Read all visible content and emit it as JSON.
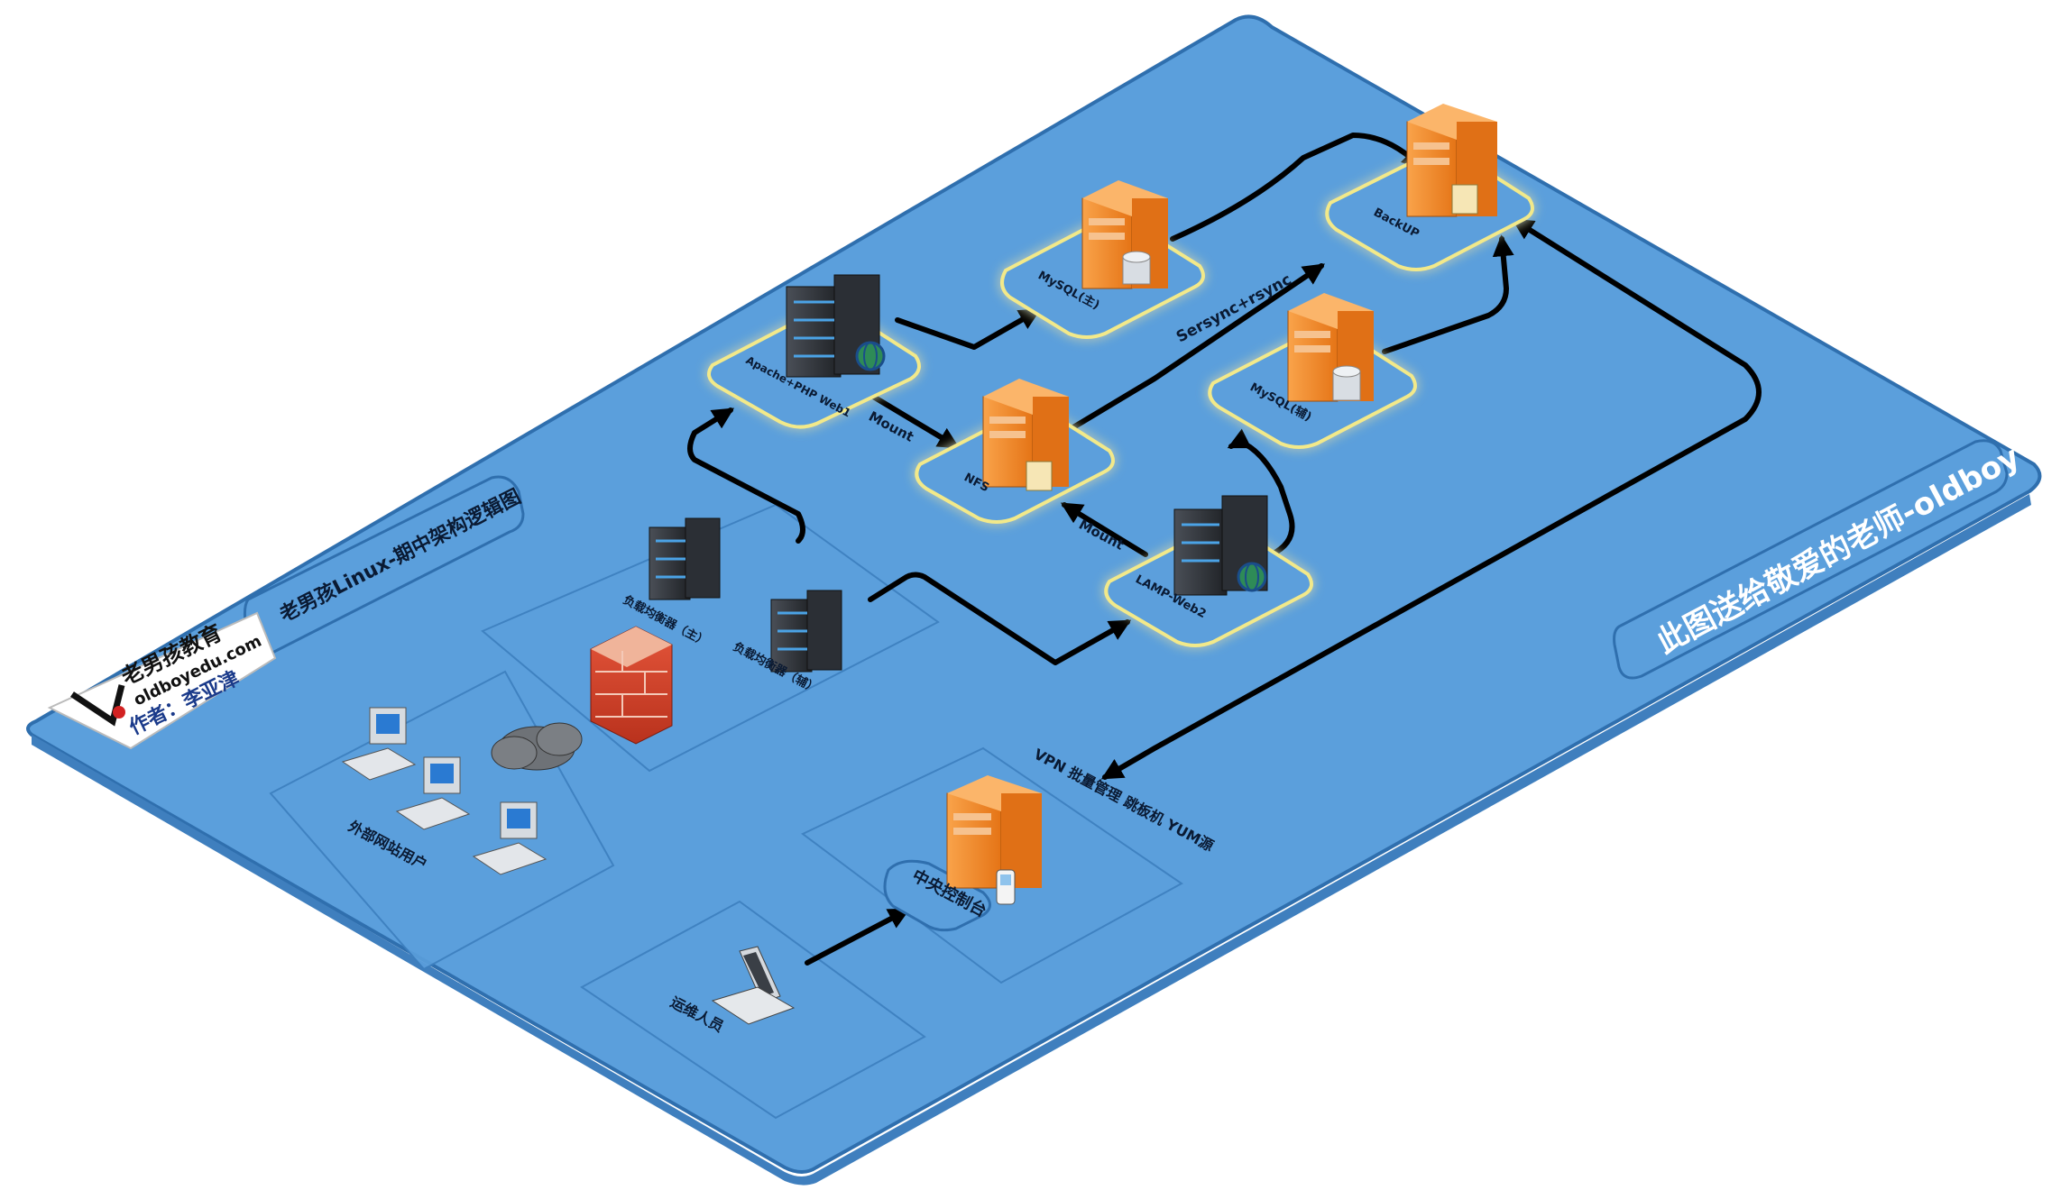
{
  "title_panel": {
    "text": "老男孩Linux-期中架构逻辑图"
  },
  "dedication": {
    "text": "此图送给敬爱的老师-oldboy"
  },
  "logo": {
    "brand": "老男孩教育",
    "url": "oldboyedu.com",
    "author": "作者：李亚津"
  },
  "nodes": {
    "web1": "Apache+PHP Web1",
    "mysql_master": "MySQL(主)",
    "backup": "BackUP",
    "nfs": "NFS",
    "mysql_slave": "MySQL(辅)",
    "web2": "LAMP-Web2",
    "lb_master": "负载均衡器（主）",
    "lb_slave": "负载均衡器（辅）",
    "console": "中央控制台",
    "users": "外部网站用户",
    "ops": "运维人员"
  },
  "edge_labels": {
    "mount1": "Mount",
    "mount2": "Mount",
    "sersync": "Sersync+rsync",
    "vpn": "VPN 批量管理 跳板机 YUM源"
  },
  "colors": {
    "platform": "#5b9fdc",
    "server_orange": "#f08a2c",
    "server_dark": "#2e3238",
    "firewall": "#d9442b"
  }
}
